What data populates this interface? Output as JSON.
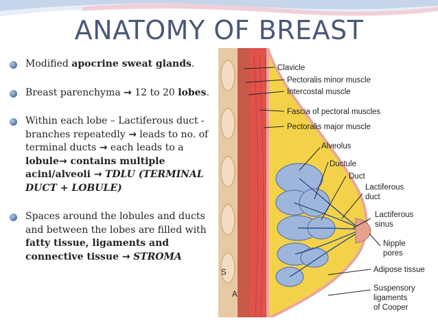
{
  "title": "ANATOMY OF BREAST",
  "bullets": [
    {
      "parts": [
        {
          "t": "Modified "
        },
        {
          "t": "apocrine sweat glands",
          "b": true
        },
        {
          "t": "."
        }
      ]
    },
    {
      "parts": [
        {
          "t": "Breast parenchyma "
        },
        {
          "t": "→",
          "arrow": true
        },
        {
          "t": " 12 to 20 "
        },
        {
          "t": "lobes",
          "b": true
        },
        {
          "t": "."
        }
      ]
    },
    {
      "parts": [
        {
          "t": "Within each lobe – Lactiferous duct - branches repeatedly "
        },
        {
          "t": "→",
          "arrow": true
        },
        {
          "t": " leads to no. of terminal ducts "
        },
        {
          "t": "→",
          "arrow": true
        },
        {
          "t": " each leads to a "
        },
        {
          "t": "lobule",
          "b": true
        },
        {
          "t": "→",
          "arrow": true,
          "b": true
        },
        {
          "t": " contains multiple acini/alveoli ",
          "b": true
        },
        {
          "t": "→",
          "arrow": true
        },
        {
          "t": " "
        },
        {
          "t": "TDLU (TERMINAL DUCT + LOBULE)",
          "b": true,
          "i": true
        }
      ]
    },
    {
      "parts": [
        {
          "t": "Spaces around the lobules and ducts and between the lobes are filled with "
        },
        {
          "t": "fatty tissue, ligaments and connective tissue ",
          "b": true
        },
        {
          "t": "→",
          "arrow": true
        },
        {
          "t": " "
        },
        {
          "t": "STROMA",
          "b": true,
          "i": true
        }
      ]
    }
  ],
  "diagram_labels": {
    "clavicle": "Clavicle",
    "pectoralis_minor": "Pectoralis minor muscle",
    "intercostal": "Intercostal muscle",
    "fascia": "Fascia of pectoral muscles",
    "pectoralis_major": "Pectoralis major muscle",
    "alveolus": "Alveolus",
    "ductule": "Ductule",
    "duct": "Duct",
    "lactiferous_duct_1": "Lactiferous",
    "lactiferous_duct_2": "duct",
    "lactiferous_sinus_1": "Lactiferous",
    "lactiferous_sinus_2": "sinus",
    "nipple_pores_1": "Nipple",
    "nipple_pores_2": "pores",
    "adipose": "Adipose tissue",
    "suspensory_1": "Suspensory",
    "suspensory_2": "ligaments",
    "suspensory_3": "of Cooper",
    "letter_a": "A",
    "letter_s": "S"
  },
  "colors": {
    "title": "#4a5876",
    "bullet": "#4a6fa5",
    "fat": "#f3d24a",
    "lobule": "#9fb6dc",
    "muscle": "#d9534f",
    "wave": "#c9d6e8"
  }
}
